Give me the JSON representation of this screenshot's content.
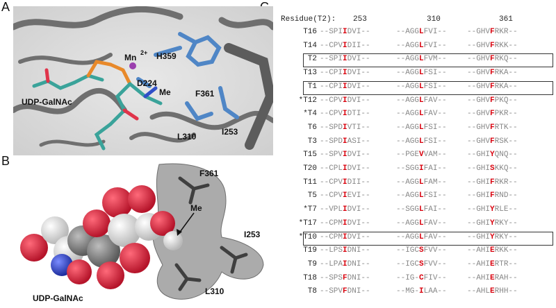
{
  "panels": {
    "a": {
      "letter": "A",
      "labels": {
        "mn": "Mn",
        "mn_charge": "2+",
        "h359": "H359",
        "f361": "F361",
        "d224": "D224",
        "me": "Me",
        "udp": "UDP-GalNAc",
        "l310": "L310",
        "i253": "I253"
      }
    },
    "b": {
      "letter": "B",
      "labels": {
        "f361": "F361",
        "me": "Me",
        "i253": "I253",
        "udp": "UDP-GalNAc",
        "l310": "L310"
      }
    },
    "c": {
      "letter": "C",
      "header": {
        "label": "Residue(T2):",
        "p253": "253",
        "p310": "310",
        "p361": "361"
      },
      "rows": [
        {
          "name": "T16",
          "s1": [
            "--SPI",
            "I",
            "DVI--"
          ],
          "s2": [
            "--AGG",
            "L",
            "FVI--"
          ],
          "s3": [
            "--GHV",
            "F",
            "RKR--"
          ]
        },
        {
          "name": "T14",
          "s1": [
            "--CPV",
            "I",
            "DII--"
          ],
          "s2": [
            "--AGG",
            "L",
            "FVI--"
          ],
          "s3": [
            "--GHV",
            "F",
            "RKK--"
          ]
        },
        {
          "name": "T2",
          "s1": [
            "--SPI",
            "I",
            "DVI--"
          ],
          "s2": [
            "--AGG",
            "L",
            "FVM--"
          ],
          "s3": [
            "--GHV",
            "F",
            "RKQ--"
          ]
        },
        {
          "name": "T13",
          "s1": [
            "--CPI",
            "I",
            "DVI--"
          ],
          "s2": [
            "--AGG",
            "L",
            "FSI--"
          ],
          "s3": [
            "--GHV",
            "F",
            "RKA--"
          ]
        },
        {
          "name": "T1",
          "s1": [
            "--CPI",
            "I",
            "DVI--"
          ],
          "s2": [
            "--AGG",
            "L",
            "FSI--"
          ],
          "s3": [
            "--GHV",
            "F",
            "RKA--"
          ]
        },
        {
          "name": "*T12",
          "s1": [
            "--CPV",
            "I",
            "DVI--"
          ],
          "s2": [
            "--AGG",
            "L",
            "FAV--"
          ],
          "s3": [
            "--GHV",
            "F",
            "PKQ--"
          ]
        },
        {
          "name": "*T4",
          "s1": [
            "--CPV",
            "I",
            "DTI--"
          ],
          "s2": [
            "--AGG",
            "L",
            "FAV--"
          ],
          "s3": [
            "--GHV",
            "F",
            "PKR--"
          ]
        },
        {
          "name": "T6",
          "s1": [
            "--SPD",
            "I",
            "VTI--"
          ],
          "s2": [
            "--AGG",
            "L",
            "FSI--"
          ],
          "s3": [
            "--GHV",
            "F",
            "RTK--"
          ]
        },
        {
          "name": "T3",
          "s1": [
            "--SPD",
            "I",
            "ASI--"
          ],
          "s2": [
            "--AGG",
            "L",
            "FSI--"
          ],
          "s3": [
            "--GHV",
            "F",
            "RSK--"
          ]
        },
        {
          "name": "T15",
          "s1": [
            "--SPV",
            "I",
            "DVI--"
          ],
          "s2": [
            "--PGE",
            "V",
            "VAM--"
          ],
          "s3": [
            "--GHI",
            "Y",
            "QNQ--"
          ]
        },
        {
          "name": "T20",
          "s1": [
            "--CPL",
            "I",
            "DVI--"
          ],
          "s2": [
            "--SGG",
            "I",
            "FAI--"
          ],
          "s3": [
            "--GHI",
            "S",
            "KKQ--"
          ]
        },
        {
          "name": "T11",
          "s1": [
            "--CPV",
            "I",
            "DII--"
          ],
          "s2": [
            "--AGG",
            "L",
            "FAM--"
          ],
          "s3": [
            "--GHI",
            "F",
            "RKR--"
          ]
        },
        {
          "name": "T5",
          "s1": [
            "--CPV",
            "I",
            "EVI--"
          ],
          "s2": [
            "--AGG",
            "L",
            "FSI--"
          ],
          "s3": [
            "--GHI",
            "F",
            "RND--"
          ]
        },
        {
          "name": "*T7",
          "s1": [
            "--VPL",
            "I",
            "DVI--"
          ],
          "s2": [
            "--SGG",
            "L",
            "FAI--"
          ],
          "s3": [
            "--GHI",
            "Y",
            "RLE--"
          ]
        },
        {
          "name": "*T17",
          "s1": [
            "--CPM",
            "I",
            "DVI--"
          ],
          "s2": [
            "--AGG",
            "L",
            "FAV--"
          ],
          "s3": [
            "--GHI",
            "Y",
            "RKY--"
          ]
        },
        {
          "name": "*T10",
          "s1": [
            "--CPM",
            "I",
            "DVI--"
          ],
          "s2": [
            "--AGG",
            "L",
            "FAV--"
          ],
          "s3": [
            "--GHI",
            "Y",
            "RKY--"
          ]
        },
        {
          "name": "T19",
          "s1": [
            "--LPS",
            "I",
            "DNI--"
          ],
          "s2": [
            "--IGC",
            "S",
            "FVV--"
          ],
          "s3": [
            "--AHI",
            "E",
            "RKK--"
          ]
        },
        {
          "name": "T9",
          "s1": [
            "--LPA",
            "I",
            "DNI--"
          ],
          "s2": [
            "--IGC",
            "S",
            "FVV--"
          ],
          "s3": [
            "--AHI",
            "E",
            "RTR--"
          ]
        },
        {
          "name": "T18",
          "s1": [
            "--SPS",
            "F",
            "DNI--"
          ],
          "s2": [
            "--IG-",
            "C",
            "FIV--"
          ],
          "s3": [
            "--AHI",
            "E",
            "RAH--"
          ]
        },
        {
          "name": "T8",
          "s1": [
            "--SPV",
            "F",
            "DNI--"
          ],
          "s2": [
            "--MG-",
            "I",
            "LAA--"
          ],
          "s3": [
            "--AHL",
            "E",
            "RHH--"
          ]
        }
      ]
    }
  }
}
